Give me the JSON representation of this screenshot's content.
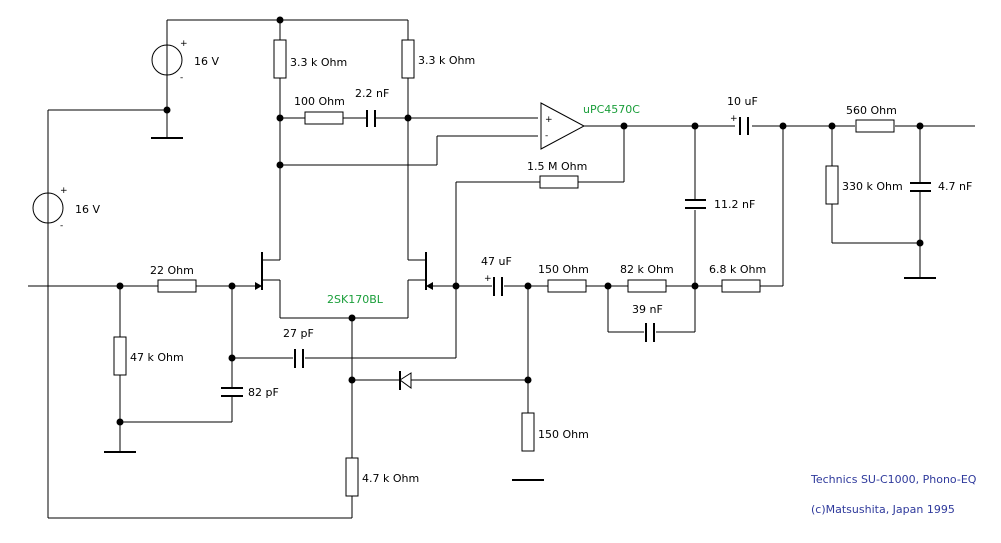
{
  "labels": {
    "supply_top": "16 V",
    "supply_left": "16 V",
    "r_drain_left": "3.3 k Ohm",
    "r_drain_right": "3.3 k Ohm",
    "r_100": "100  Ohm",
    "c_2n2": "2.2 nF",
    "r_1m5": "1.5 M Ohm",
    "c_10u": "10 uF",
    "r_560": "560  Ohm",
    "r_330k": "330 k Ohm",
    "c_4n7": "4.7 nF",
    "c_11n2": "11.2 nF",
    "r_22": "22  Ohm",
    "c_47u": "47 uF",
    "r_150_series": "150  Ohm",
    "r_82k": "82 k Ohm",
    "r_6k8": "6.8 k Ohm",
    "c_39n": "39 nF",
    "c_27p": "27 pF",
    "r_47k": "47 k Ohm",
    "c_82p": "82 pF",
    "r_150_shunt": "150  Ohm",
    "r_4k7": "4.7 k Ohm"
  },
  "parts": {
    "opamp": "uPC4570C",
    "fet": "2SK170BL"
  },
  "footer": {
    "line1": "Technics SU-C1000, Phono-EQ",
    "line2": "(c)Matsushita, Japan 1995"
  },
  "colors": {
    "wire": "#000000",
    "part_label": "#1a9e3a",
    "footer_text": "#2f3a9c"
  }
}
